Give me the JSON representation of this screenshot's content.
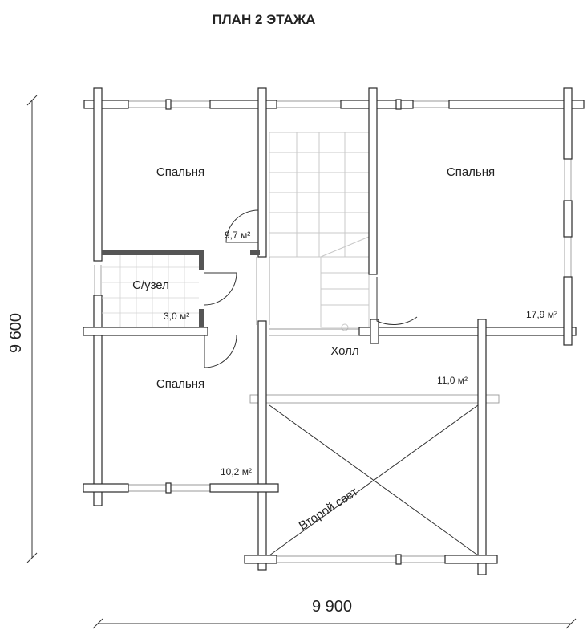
{
  "title": "ПЛАН 2 ЭТАЖА",
  "rooms": [
    {
      "name": "Спальня",
      "area": "9,7 м²"
    },
    {
      "name": "Спальня",
      "area": "17,9 м²"
    },
    {
      "name": "С/узел",
      "area": "3,0 м²"
    },
    {
      "name": "Холл",
      "area": "11,0 м²"
    },
    {
      "name": "Спальня",
      "area": "10,2 м²"
    },
    {
      "name": "Второй свет"
    }
  ],
  "dimensions": {
    "width": "9 900",
    "height": "9 600"
  }
}
